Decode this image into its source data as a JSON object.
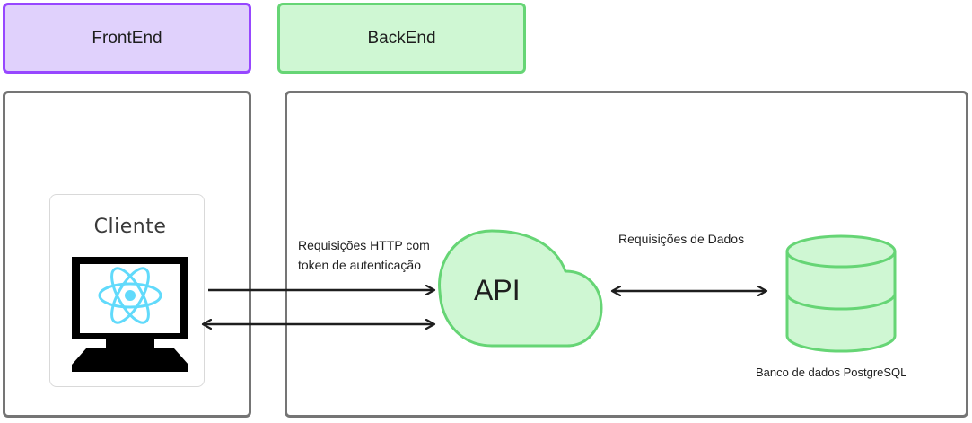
{
  "headers": {
    "frontend": "FrontEnd",
    "backend": "BackEnd"
  },
  "client": {
    "title": "Cliente",
    "icon": "react-monitor-icon"
  },
  "edges": {
    "http_label_line1": "Requisições HTTP com",
    "http_label_line2": "token de autenticação",
    "data_label": "Requisições de Dados"
  },
  "api": {
    "label": "API",
    "icon": "cloud-icon"
  },
  "database": {
    "label": "Banco de dados PostgreSQL",
    "icon": "database-cylinder-icon"
  },
  "colors": {
    "frontend_fill": "#e0d1fc",
    "frontend_border": "#9747ff",
    "backend_fill": "#cff7d3",
    "backend_border": "#66d575",
    "region_border": "#757575",
    "react_blue": "#61dafb"
  }
}
